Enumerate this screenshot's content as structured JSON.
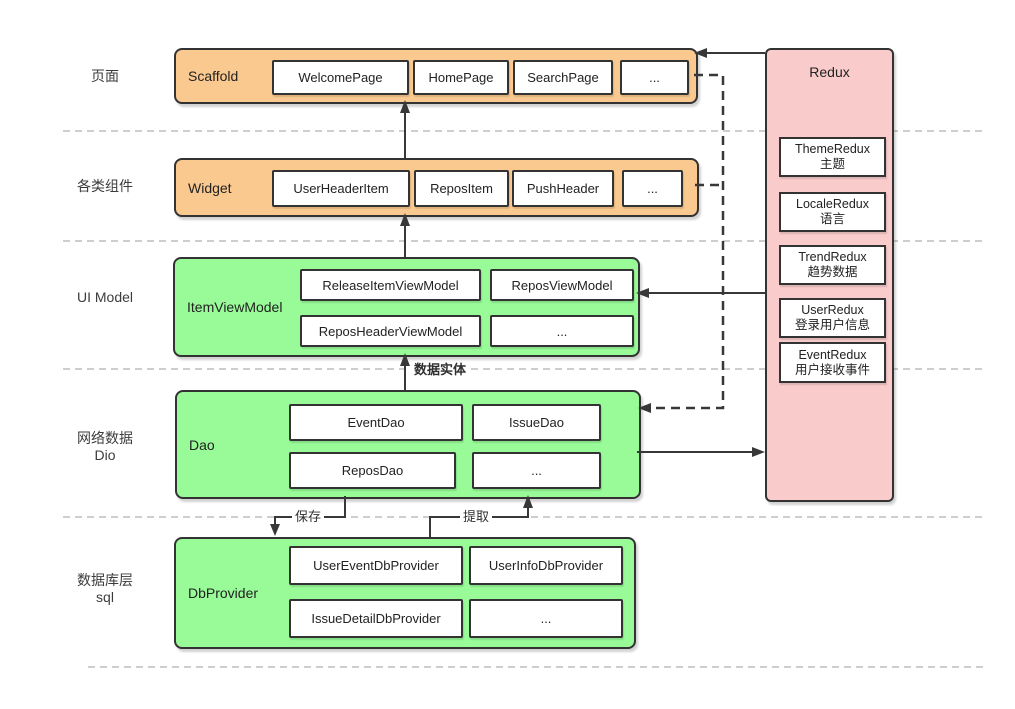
{
  "diagram": {
    "row_labels": [
      {
        "line1": "页面",
        "line2": ""
      },
      {
        "line1": "各类组件",
        "line2": ""
      },
      {
        "line1": "UI Model",
        "line2": ""
      },
      {
        "line1": "网络数据",
        "line2": "Dio"
      },
      {
        "line1": "数据库层",
        "line2": "sql"
      }
    ],
    "layers": [
      {
        "title": "Scaffold",
        "items": [
          "WelcomePage",
          "HomePage",
          "SearchPage",
          "..."
        ]
      },
      {
        "title": "Widget",
        "items": [
          "UserHeaderItem",
          "ReposItem",
          "PushHeader",
          "..."
        ]
      },
      {
        "title": "ItemViewModel",
        "items": [
          "ReleaseItemViewModel",
          "ReposViewModel",
          "ReposHeaderViewModel",
          "..."
        ]
      },
      {
        "title": "Dao",
        "items": [
          "EventDao",
          "IssueDao",
          "ReposDao",
          "..."
        ]
      },
      {
        "title": "DbProvider",
        "items": [
          "UserEventDbProvider",
          "UserInfoDbProvider",
          "IssueDetailDbProvider",
          "..."
        ]
      }
    ],
    "redux": {
      "title": "Redux",
      "items": [
        {
          "name": "ThemeRedux",
          "desc": "主题"
        },
        {
          "name": "LocaleRedux",
          "desc": "语言"
        },
        {
          "name": "TrendRedux",
          "desc": "趋势数据"
        },
        {
          "name": "UserRedux",
          "desc": "登录用户信息"
        },
        {
          "name": "EventRedux",
          "desc": "用户接收事件"
        }
      ]
    },
    "edge_labels": {
      "data_entity": "数据实体",
      "save": "保存",
      "extract": "提取"
    },
    "colors": {
      "page_layer": "#fac98f",
      "data_layer": "#98fb98",
      "redux_layer": "#f9cbcb",
      "box_border": "#333333",
      "connector": "#383838",
      "separator": "#b0b0b0"
    }
  }
}
